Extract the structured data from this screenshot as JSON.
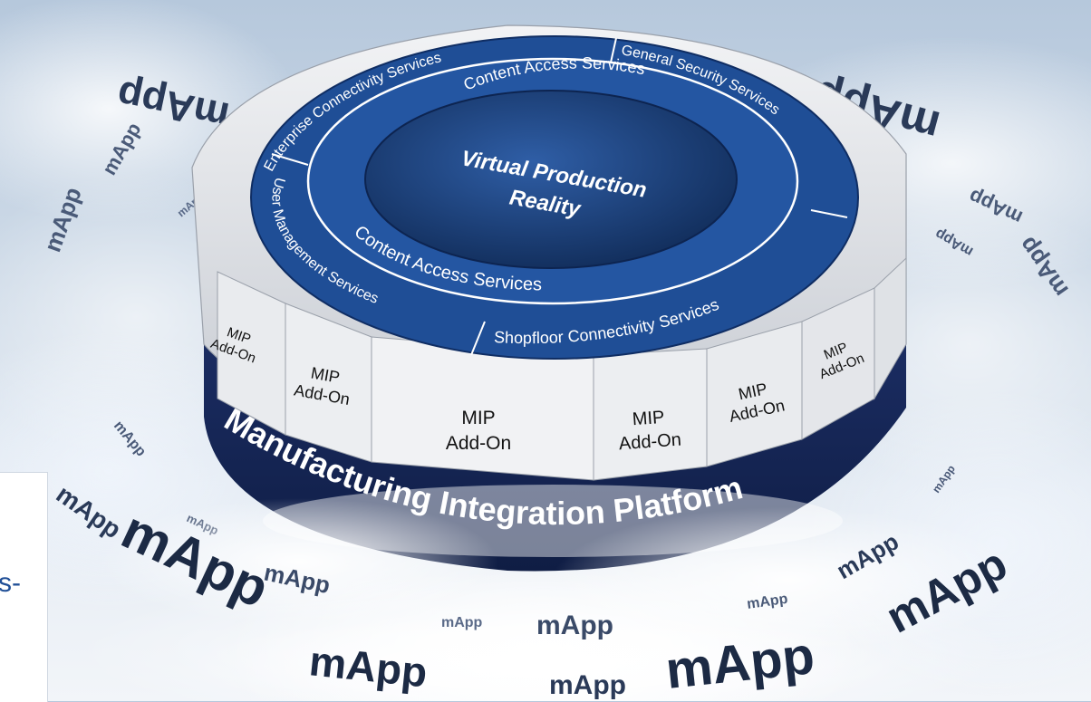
{
  "center_title": [
    "Virtual Production",
    "Reality"
  ],
  "inner_ring": {
    "top": "Content Access Services",
    "bottom": "Content Access Services"
  },
  "outer_ring": {
    "enterprise": "Enterprise Connectivity Services",
    "security": "General Security Services",
    "user": "User Management Services",
    "shopfloor": "Shopfloor Connectivity Services"
  },
  "base_label": "Manufacturing Integration Platform",
  "addon_label": [
    "MIP",
    "Add-On"
  ],
  "app_label": "mApp",
  "side_fragment": "s-",
  "colors": {
    "ring_blue": "#1f4e96",
    "center_blue": "#19396f",
    "base_navy": "#1c2f66",
    "block_gray": "#d8dbe0"
  }
}
